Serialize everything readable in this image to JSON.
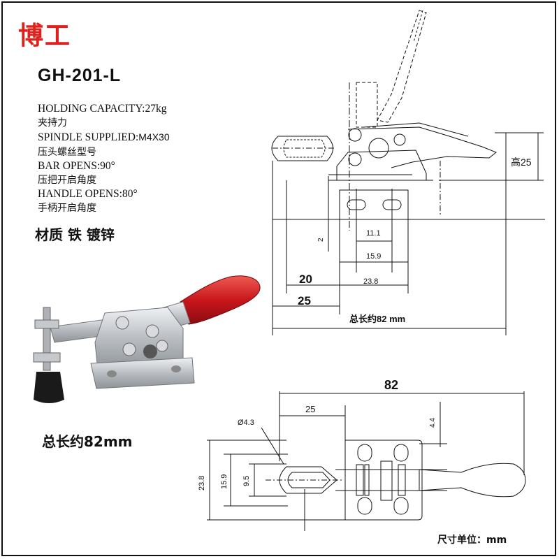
{
  "brand": "博工",
  "model": "GH-201-L",
  "specs": {
    "holding_capacity": "HOLDING CAPACITY:27kg",
    "holding_capacity_cn": "夹持力",
    "spindle_label": "SPINDLE SUPPLIED:",
    "spindle_value": "M4X30",
    "spindle_cn": "压头螺丝型号",
    "bar_opens": "BAR OPENS:90°",
    "bar_opens_cn": "压把开启角度",
    "handle_opens": "HANDLE OPENS:80°",
    "handle_opens_cn": "手柄开启角度"
  },
  "material": "材质 铁 镀锌",
  "total_length": "总长约82mm",
  "unit_label": "尺寸单位：mm",
  "side_view": {
    "height": "高25",
    "dim_2": "2",
    "dim_11_1": "11.1",
    "dim_15_9": "15.9",
    "dim_20": "20",
    "dim_23_8": "23.8",
    "dim_25": "25",
    "overall": "总长约82 mm"
  },
  "top_view": {
    "dim_82": "82",
    "dim_25": "25",
    "dim_4_4": "4.4",
    "dim_hole": "Ø4.3",
    "dim_23_8": "23.8",
    "dim_15_9": "15.9",
    "dim_9_5": "9.5"
  },
  "colors": {
    "brand": "#e0201c",
    "handle_grip": "#c8161c",
    "metal": "#c9ccd0",
    "rubber_tip": "#1a1a1a"
  }
}
